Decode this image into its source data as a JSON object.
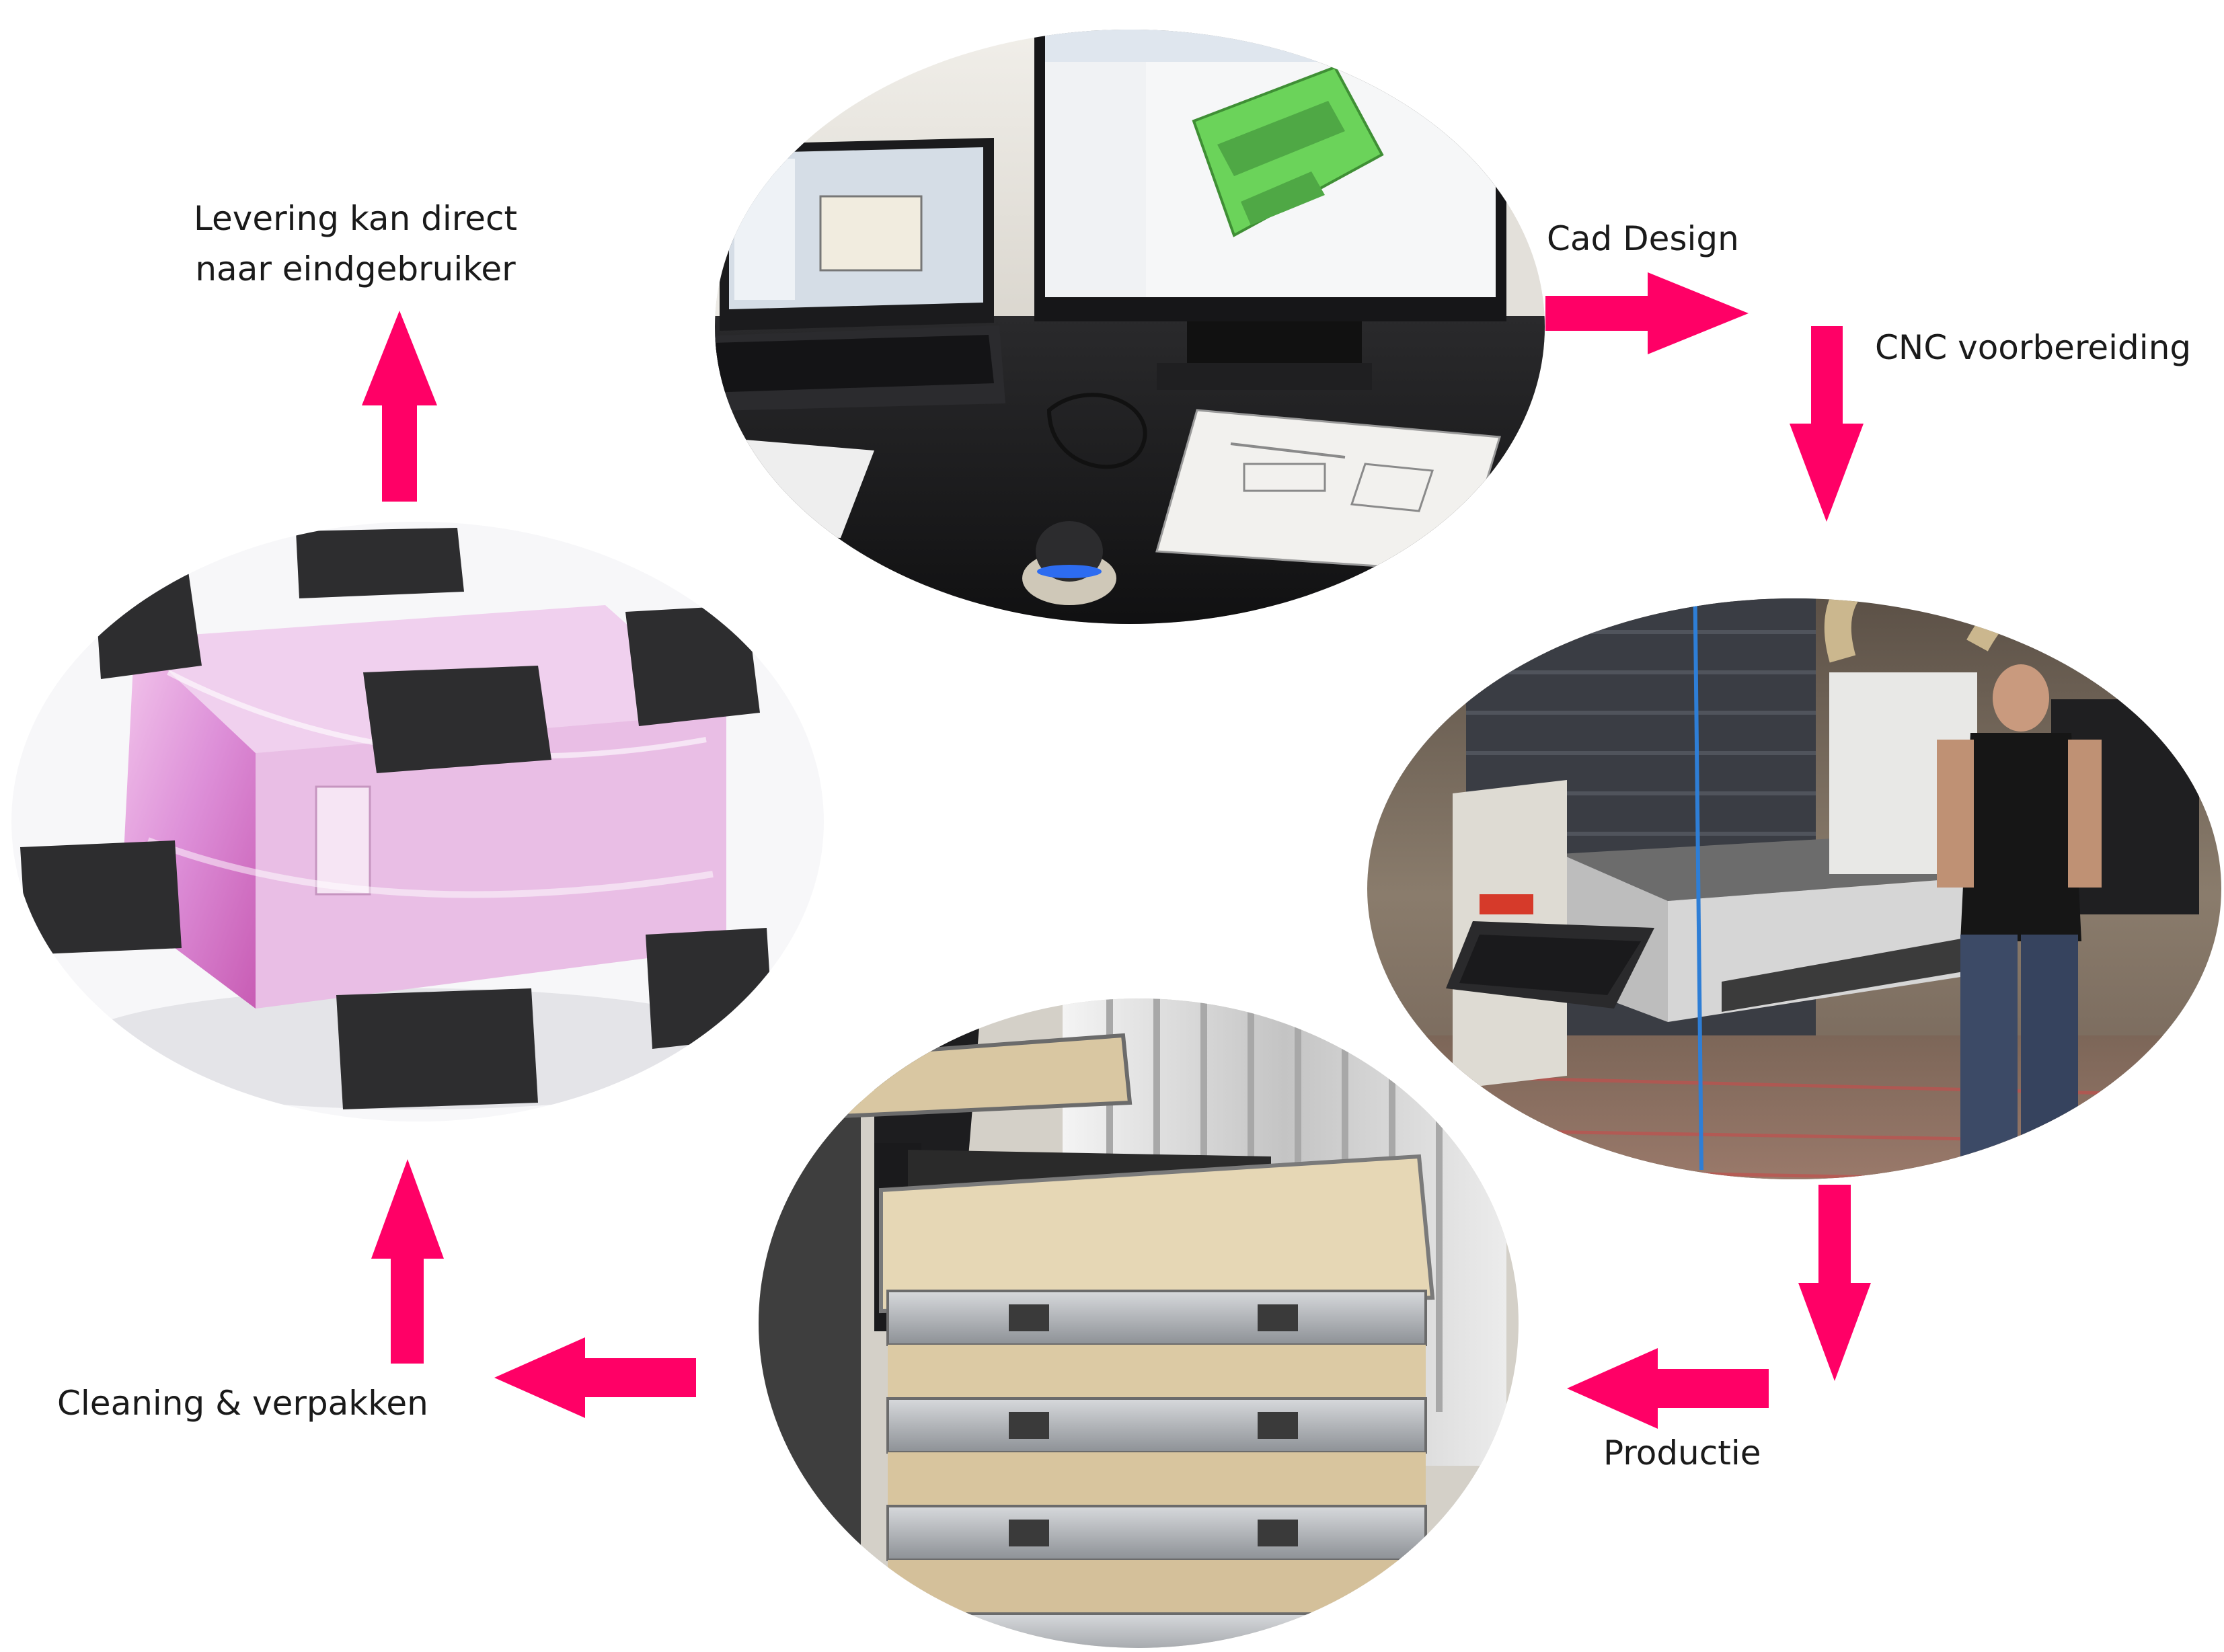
{
  "labels": {
    "cad_design": "Cad Design",
    "cnc_preparation": "CNC voorbereiding",
    "production": "Productie",
    "cleaning_packing": "Cleaning & verpakken",
    "delivery_line1": "Levering kan direct",
    "delivery_line2": "naar eindgebruiker"
  },
  "colors": {
    "arrow": "#ff0066",
    "text": "#1a1a1a"
  },
  "photos": [
    "cad-workstation-photo",
    "cnc-machine-photo",
    "flight-case-production-photo",
    "packed-flight-case-photo"
  ]
}
